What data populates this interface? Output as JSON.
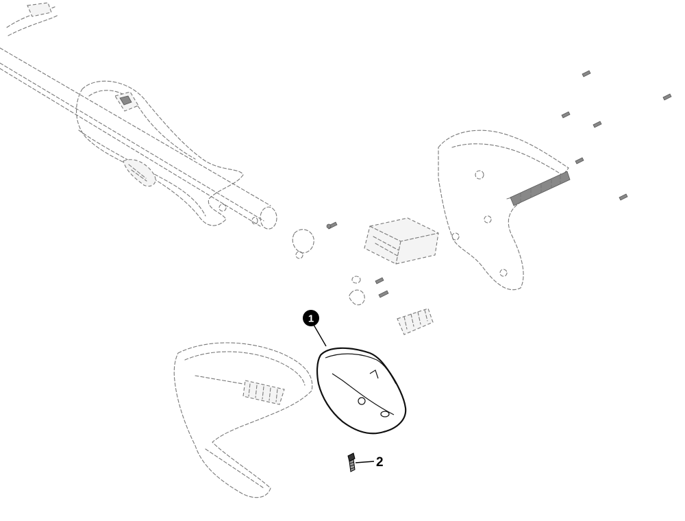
{
  "callouts": [
    {
      "id": "callout-1",
      "label": "1",
      "style": "filled-circle"
    },
    {
      "id": "callout-2",
      "label": "2",
      "style": "plain-text"
    }
  ],
  "colors": {
    "ghost_line": "#777777",
    "highlight_line": "#111111",
    "callout_fill": "#000000"
  }
}
